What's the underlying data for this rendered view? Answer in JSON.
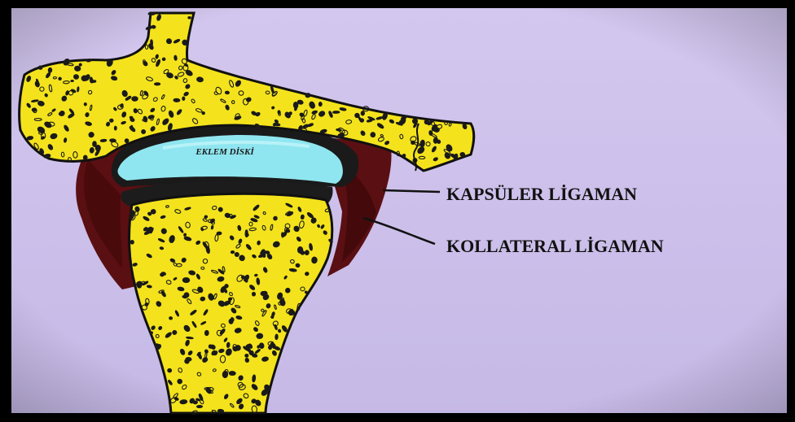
{
  "diagram": {
    "labels": {
      "disc": "EKLEM DİSKİ",
      "capsular": "KAPSÜLER LİGAMAN",
      "collateral": "KOLLATERAL LİGAMAN"
    },
    "colors": {
      "frame": "#000000",
      "background": "#cfc3ec",
      "bone": "#f4e31c",
      "bone_outline": "#111111",
      "disc": "#8fe6f0",
      "capsule": "#5a0f12",
      "cartilage": "#1c1c1c"
    }
  }
}
